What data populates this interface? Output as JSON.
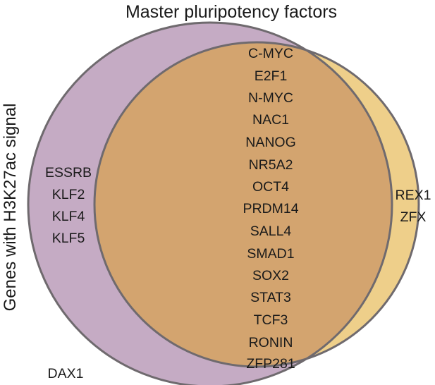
{
  "diagram": {
    "title": "Master pluripotency factors",
    "side_label": "Genes with H3K27ac signal",
    "colors": {
      "h3k27ac_set": "#c5abc4",
      "pluripotency_set": "#eecf8a",
      "overlap": "#d3a46f",
      "outline": "#6f6a6e"
    },
    "regions": {
      "h3k27ac_only": [
        "ESSRB",
        "KLF2",
        "KLF4",
        "KLF5"
      ],
      "overlap": [
        "C-MYC",
        "E2F1",
        "N-MYC",
        "NAC1",
        "NANOG",
        "NR5A2",
        "OCT4",
        "PRDM14",
        "SALL4",
        "SMAD1",
        "SOX2",
        "STAT3",
        "TCF3",
        "RONIN",
        "ZFP281"
      ],
      "pluripotency_only": [
        "REX1",
        "ZFX"
      ],
      "outside": [
        "DAX1"
      ]
    }
  }
}
